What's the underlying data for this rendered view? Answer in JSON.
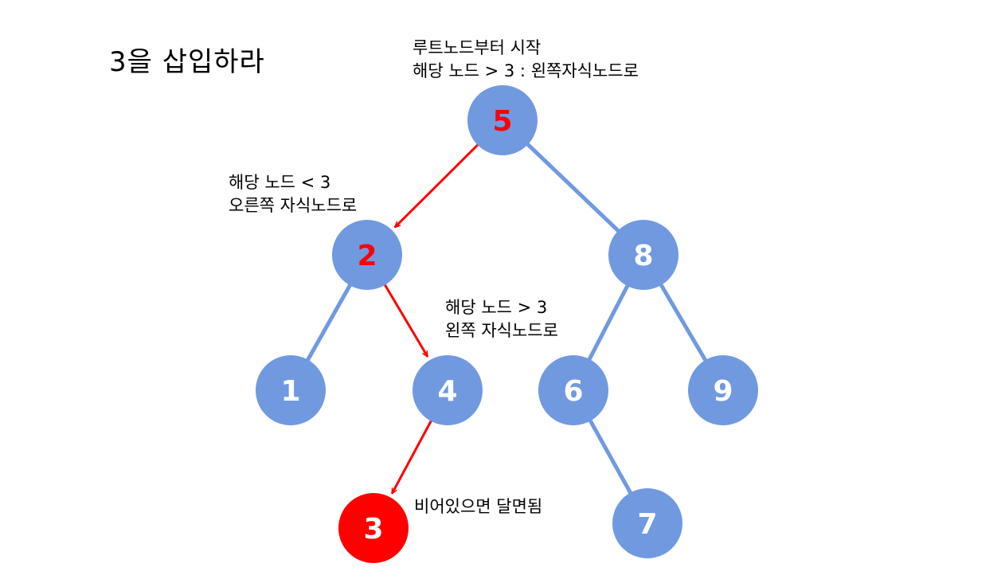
{
  "title": "3을 삽입하라",
  "colors": {
    "node": "#7099e0",
    "edge": "#7099e0",
    "path": "#ff0000",
    "path_text": "#ff0000",
    "node_text": "#ffffff",
    "inserted_fill": "#ff0000"
  },
  "nodes": [
    {
      "id": "n5",
      "label": "5",
      "highlight": true
    },
    {
      "id": "n2",
      "label": "2",
      "highlight": true
    },
    {
      "id": "n8",
      "label": "8"
    },
    {
      "id": "n1",
      "label": "1"
    },
    {
      "id": "n4",
      "label": "4"
    },
    {
      "id": "n6",
      "label": "6"
    },
    {
      "id": "n9",
      "label": "9"
    },
    {
      "id": "n3",
      "label": "3",
      "inserted": true
    },
    {
      "id": "n7",
      "label": "7"
    }
  ],
  "edges": [
    {
      "from": "n5",
      "to": "n8"
    },
    {
      "from": "n2",
      "to": "n1"
    },
    {
      "from": "n8",
      "to": "n6"
    },
    {
      "from": "n8",
      "to": "n9"
    },
    {
      "from": "n6",
      "to": "n7"
    }
  ],
  "path_edges": [
    {
      "from": "n5",
      "to": "n2"
    },
    {
      "from": "n2",
      "to": "n4"
    },
    {
      "from": "n4",
      "to": "n3"
    }
  ],
  "annotations": {
    "root": {
      "line1": "루트노드부터 시작",
      "line2": "해당 노드 > 3 : 왼쪽자식노드로"
    },
    "at_2": {
      "line1": "해당 노드 < 3",
      "line2": "오른쪽 자식노드로"
    },
    "at_4": {
      "line1": "해당 노드 > 3",
      "line2": "왼쪽 자식노드로"
    },
    "at_3": {
      "line1": "비어있으면 달면됨"
    }
  }
}
